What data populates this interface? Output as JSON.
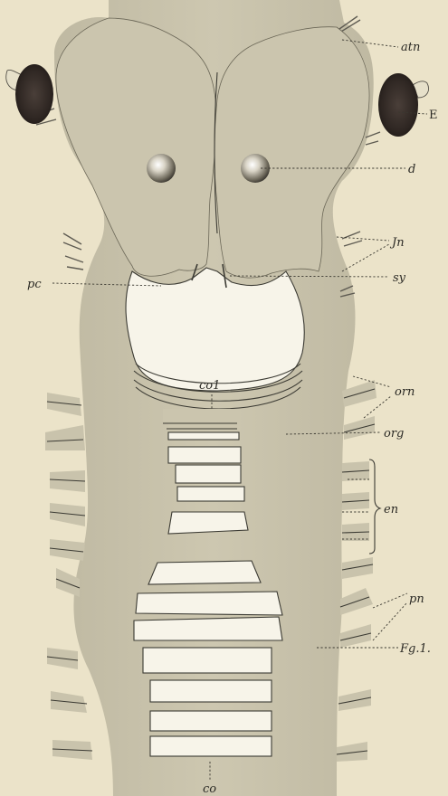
{
  "figure": {
    "colors": {
      "paper": "#ebe3c9",
      "tissue": "#c8c2ab",
      "tissue_dark": "#b9b39c",
      "cavity": "#f6f3e8",
      "ink": "#3b3a33",
      "eye": "#3a302c"
    },
    "labels": {
      "atn": "atn",
      "E": "E",
      "d": "d",
      "Jn": "Jn",
      "pc": "pc",
      "sy": "sy",
      "co1": "co1",
      "orn": "orn",
      "org": "org",
      "en": "en",
      "pn": "pn",
      "fig": "Fg.1.",
      "co": "co"
    }
  }
}
